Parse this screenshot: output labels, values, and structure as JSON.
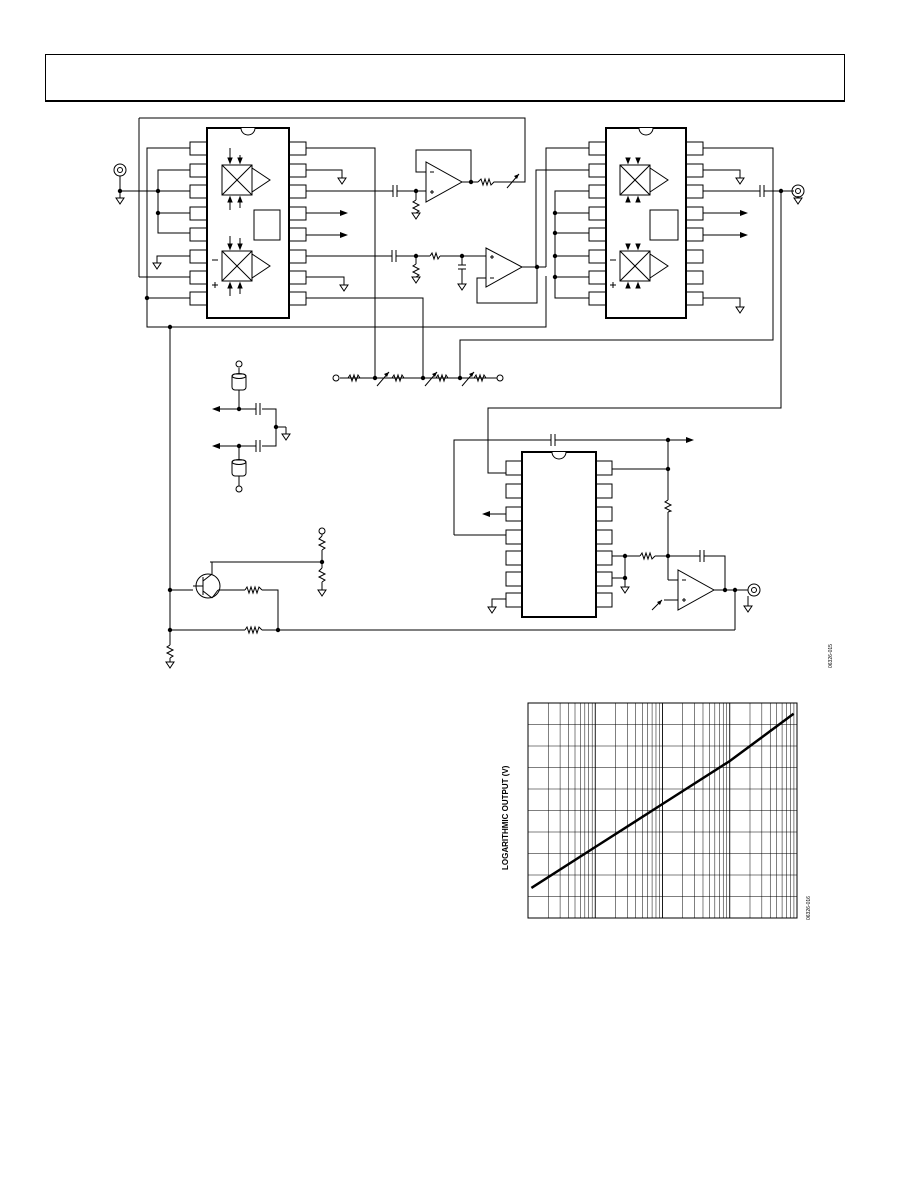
{
  "figure1": {
    "code": "06326-015"
  },
  "chart": {
    "ylabel": "LOGARITHMIC OUTPUT (V)",
    "code": "06326-016"
  },
  "chart_data": {
    "type": "line",
    "title": "",
    "xlabel": "",
    "ylabel": "LOGARITHMIC OUTPUT (V)",
    "xscale": "log",
    "x_decades": 4,
    "grid": true,
    "series": [
      {
        "x_decade_position": [
          0.05,
          1.0,
          2.0,
          3.0,
          3.95
        ],
        "y_fraction": [
          0.14,
          0.33,
          0.53,
          0.73,
          0.95
        ]
      }
    ]
  }
}
